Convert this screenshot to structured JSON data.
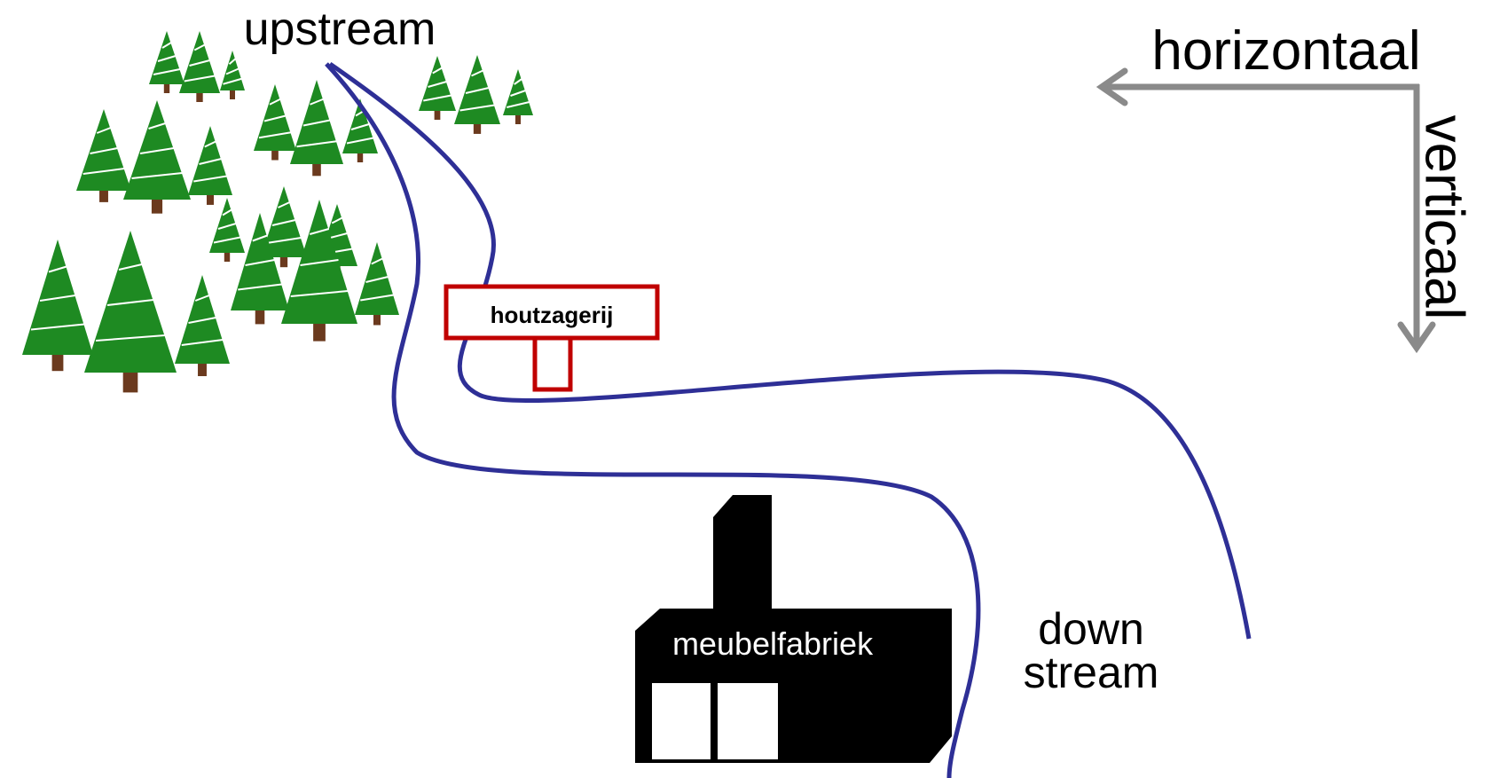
{
  "labels": {
    "upstream": "upstream",
    "downstream_line1": "down",
    "downstream_line2": "stream",
    "horizontal": "horizontaal",
    "vertical": "verticaal",
    "sawmill": "houtzagerij",
    "factory": "meubelfabriek"
  },
  "colors": {
    "river": "#2e2f96",
    "tree": "#1e8a22",
    "trunk": "#6b3a1e",
    "sawmill_border": "#c00000",
    "factory": "#000000",
    "arrows": "#8a8a8a"
  },
  "icons": {
    "trees": "pine-tree-icon",
    "sawmill": "sign-icon",
    "factory": "factory-icon"
  }
}
